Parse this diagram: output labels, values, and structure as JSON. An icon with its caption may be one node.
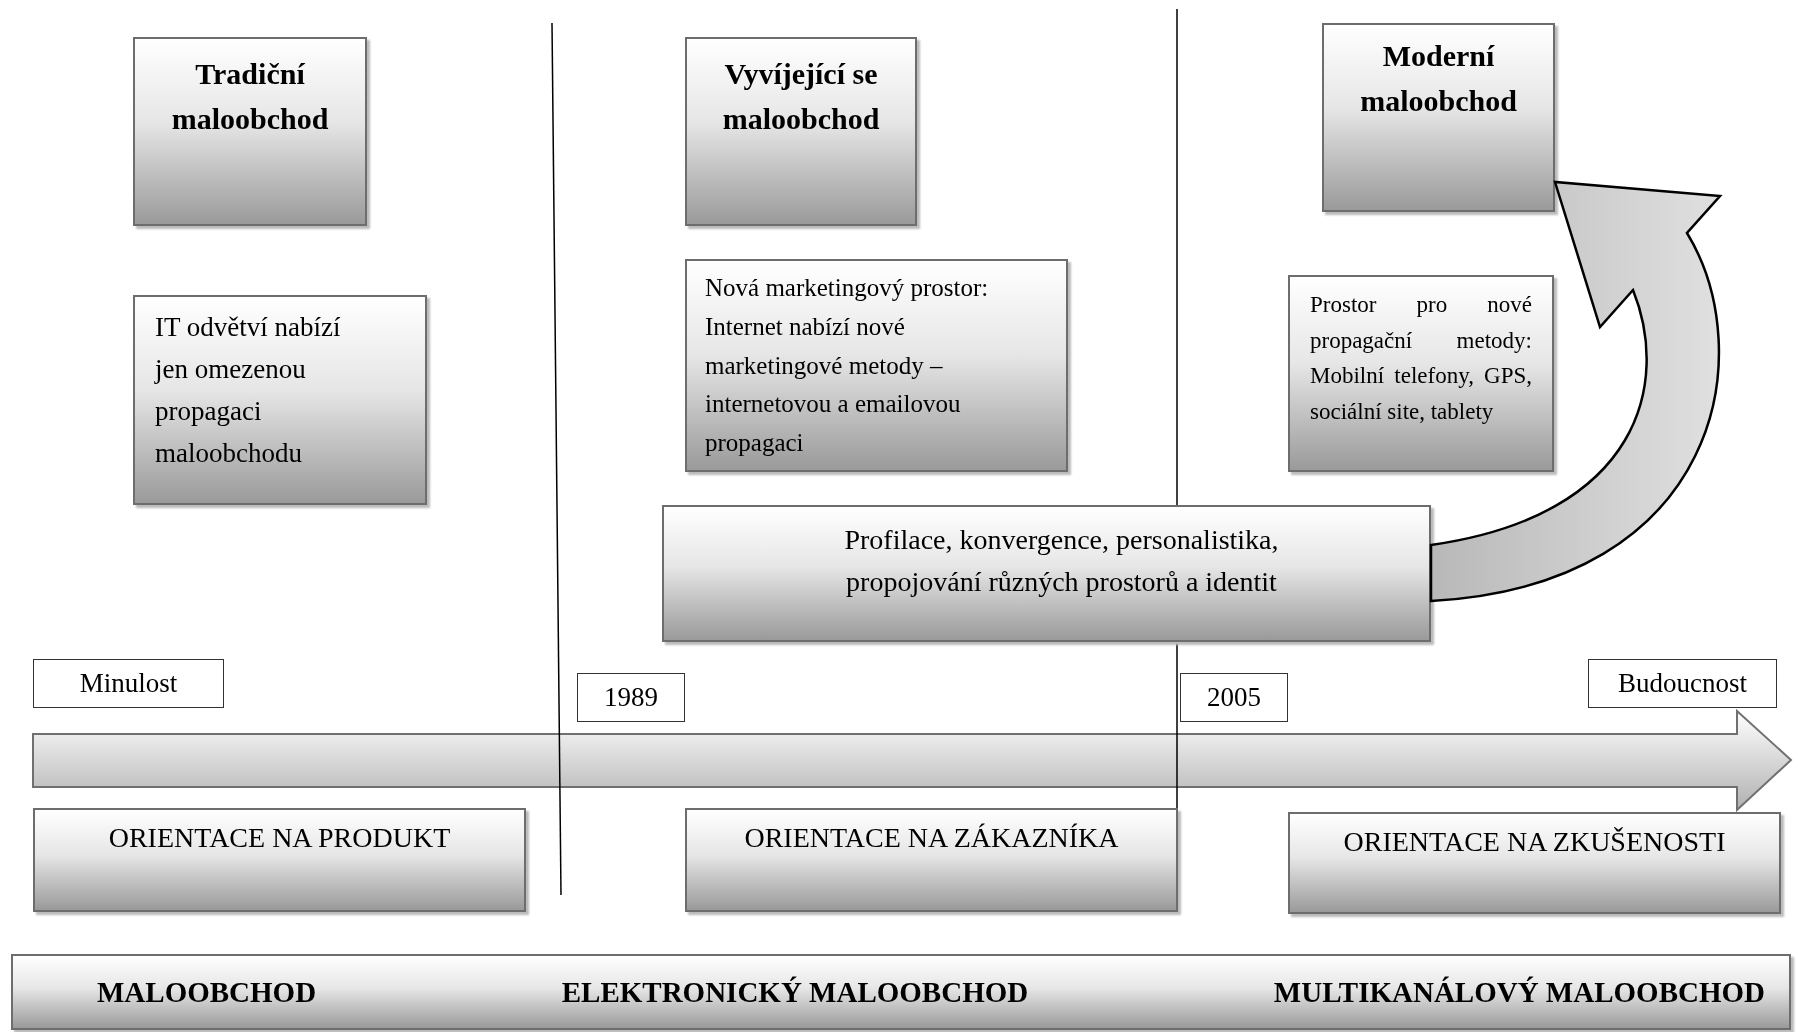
{
  "diagram": {
    "nodes": [
      {
        "text": [
          "Tradiční maloobchod"
        ]
      },
      {
        "text": [
          "Vyvíjející se maloobchod"
        ]
      },
      {
        "text": [
          "Moderní maloobchod"
        ]
      },
      {
        "text": [
          "IT odvětví nabízí jen omezenou propagaci maloobchodu"
        ]
      },
      {
        "text": [
          "Nová marketingový prostor: Internet nabízí nové marketingové metody – internetovou a emailovou propagaci"
        ]
      },
      {
        "text": [
          "Prostor pro nové propagační metody: Mobilní telefony, GPS, sociální site, tablety"
        ]
      },
      {
        "text": [
          "Profilace, konvergence, personalistika, propojování různých prostorů a identit"
        ]
      },
      {
        "text": [
          "Minulost"
        ]
      },
      {
        "text": [
          "1989"
        ]
      },
      {
        "text": [
          "2005"
        ]
      },
      {
        "text": [
          "Budoucnost"
        ]
      },
      {
        "text": [
          "ORIENTACE NA PRODUKT"
        ]
      },
      {
        "text": [
          "ORIENTACE NA ZÁKAZNÍKA"
        ]
      },
      {
        "text": [
          "ORIENTACE NA ZKUŠENOSTI"
        ]
      },
      {
        "text": [
          "MALOOBCHOD",
          "ELEKTRONICKÝ MALOOBCHOD",
          "MULTIKANÁLOVÝ MALOOBCHOD"
        ]
      }
    ],
    "edges": [
      {
        "from": 6,
        "to": 2,
        "arrow": "to",
        "style": "thick"
      }
    ]
  }
}
